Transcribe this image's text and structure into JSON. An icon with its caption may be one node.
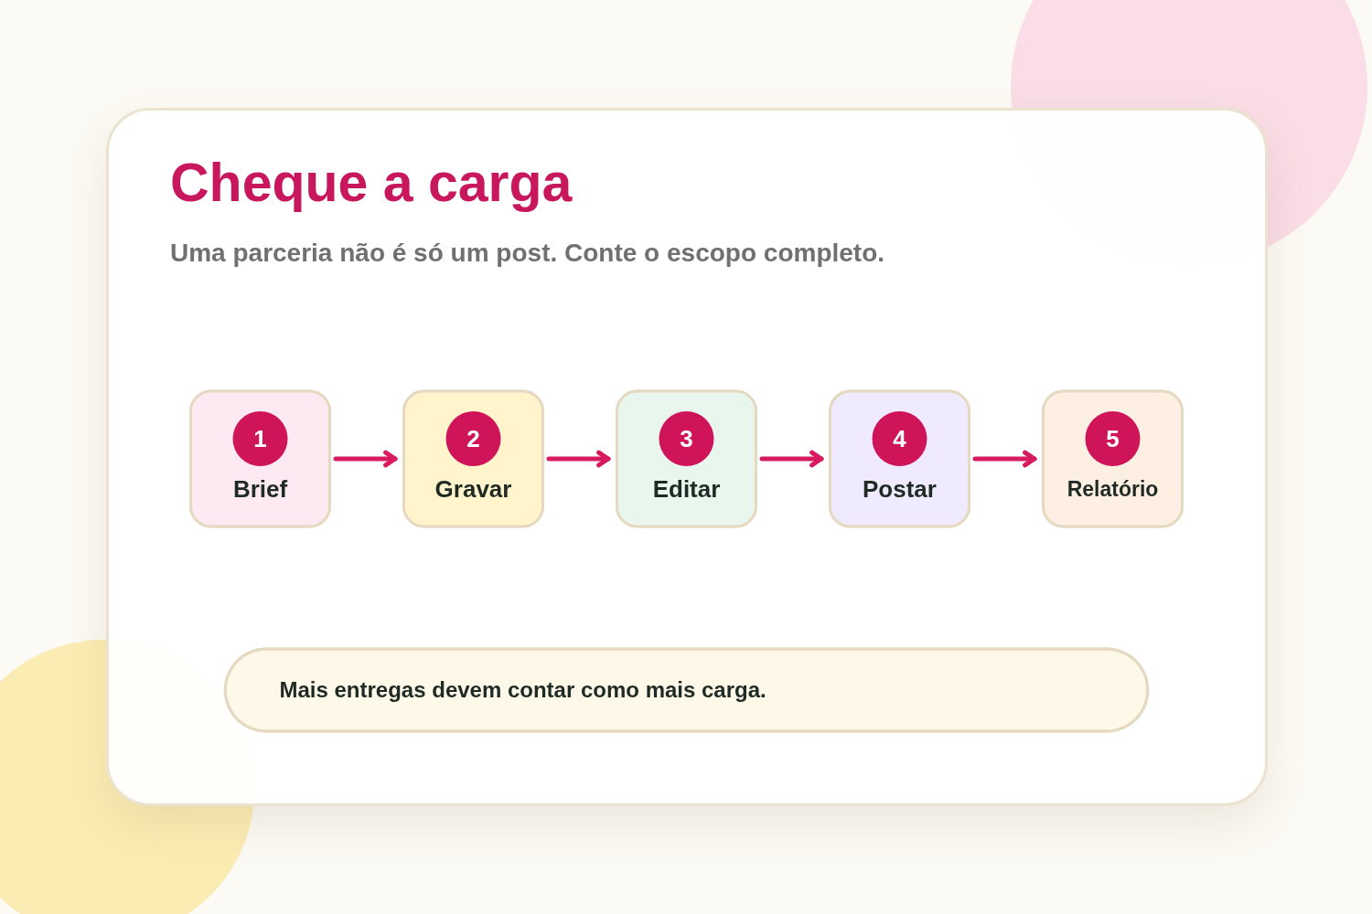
{
  "diagram": {
    "title": "Cheque a carga",
    "caption": "Uma parceria não é só um post. Conte o escopo completo.",
    "nodes": [
      {
        "text": [
          "1",
          "Brief"
        ]
      },
      {
        "text": [
          "2",
          "Gravar"
        ]
      },
      {
        "text": [
          "3",
          "Editar"
        ]
      },
      {
        "text": [
          "4",
          "Postar"
        ]
      },
      {
        "text": [
          "5",
          "Relatório"
        ]
      },
      {
        "text": [
          "Mais entregas devem contar como mais carga."
        ]
      }
    ],
    "edges": [
      {
        "from": 0,
        "to": 1,
        "arrow": "to"
      },
      {
        "from": 1,
        "to": 2,
        "arrow": "to"
      },
      {
        "from": 2,
        "to": 3,
        "arrow": "to"
      },
      {
        "from": 3,
        "to": 4,
        "arrow": "to"
      }
    ]
  }
}
